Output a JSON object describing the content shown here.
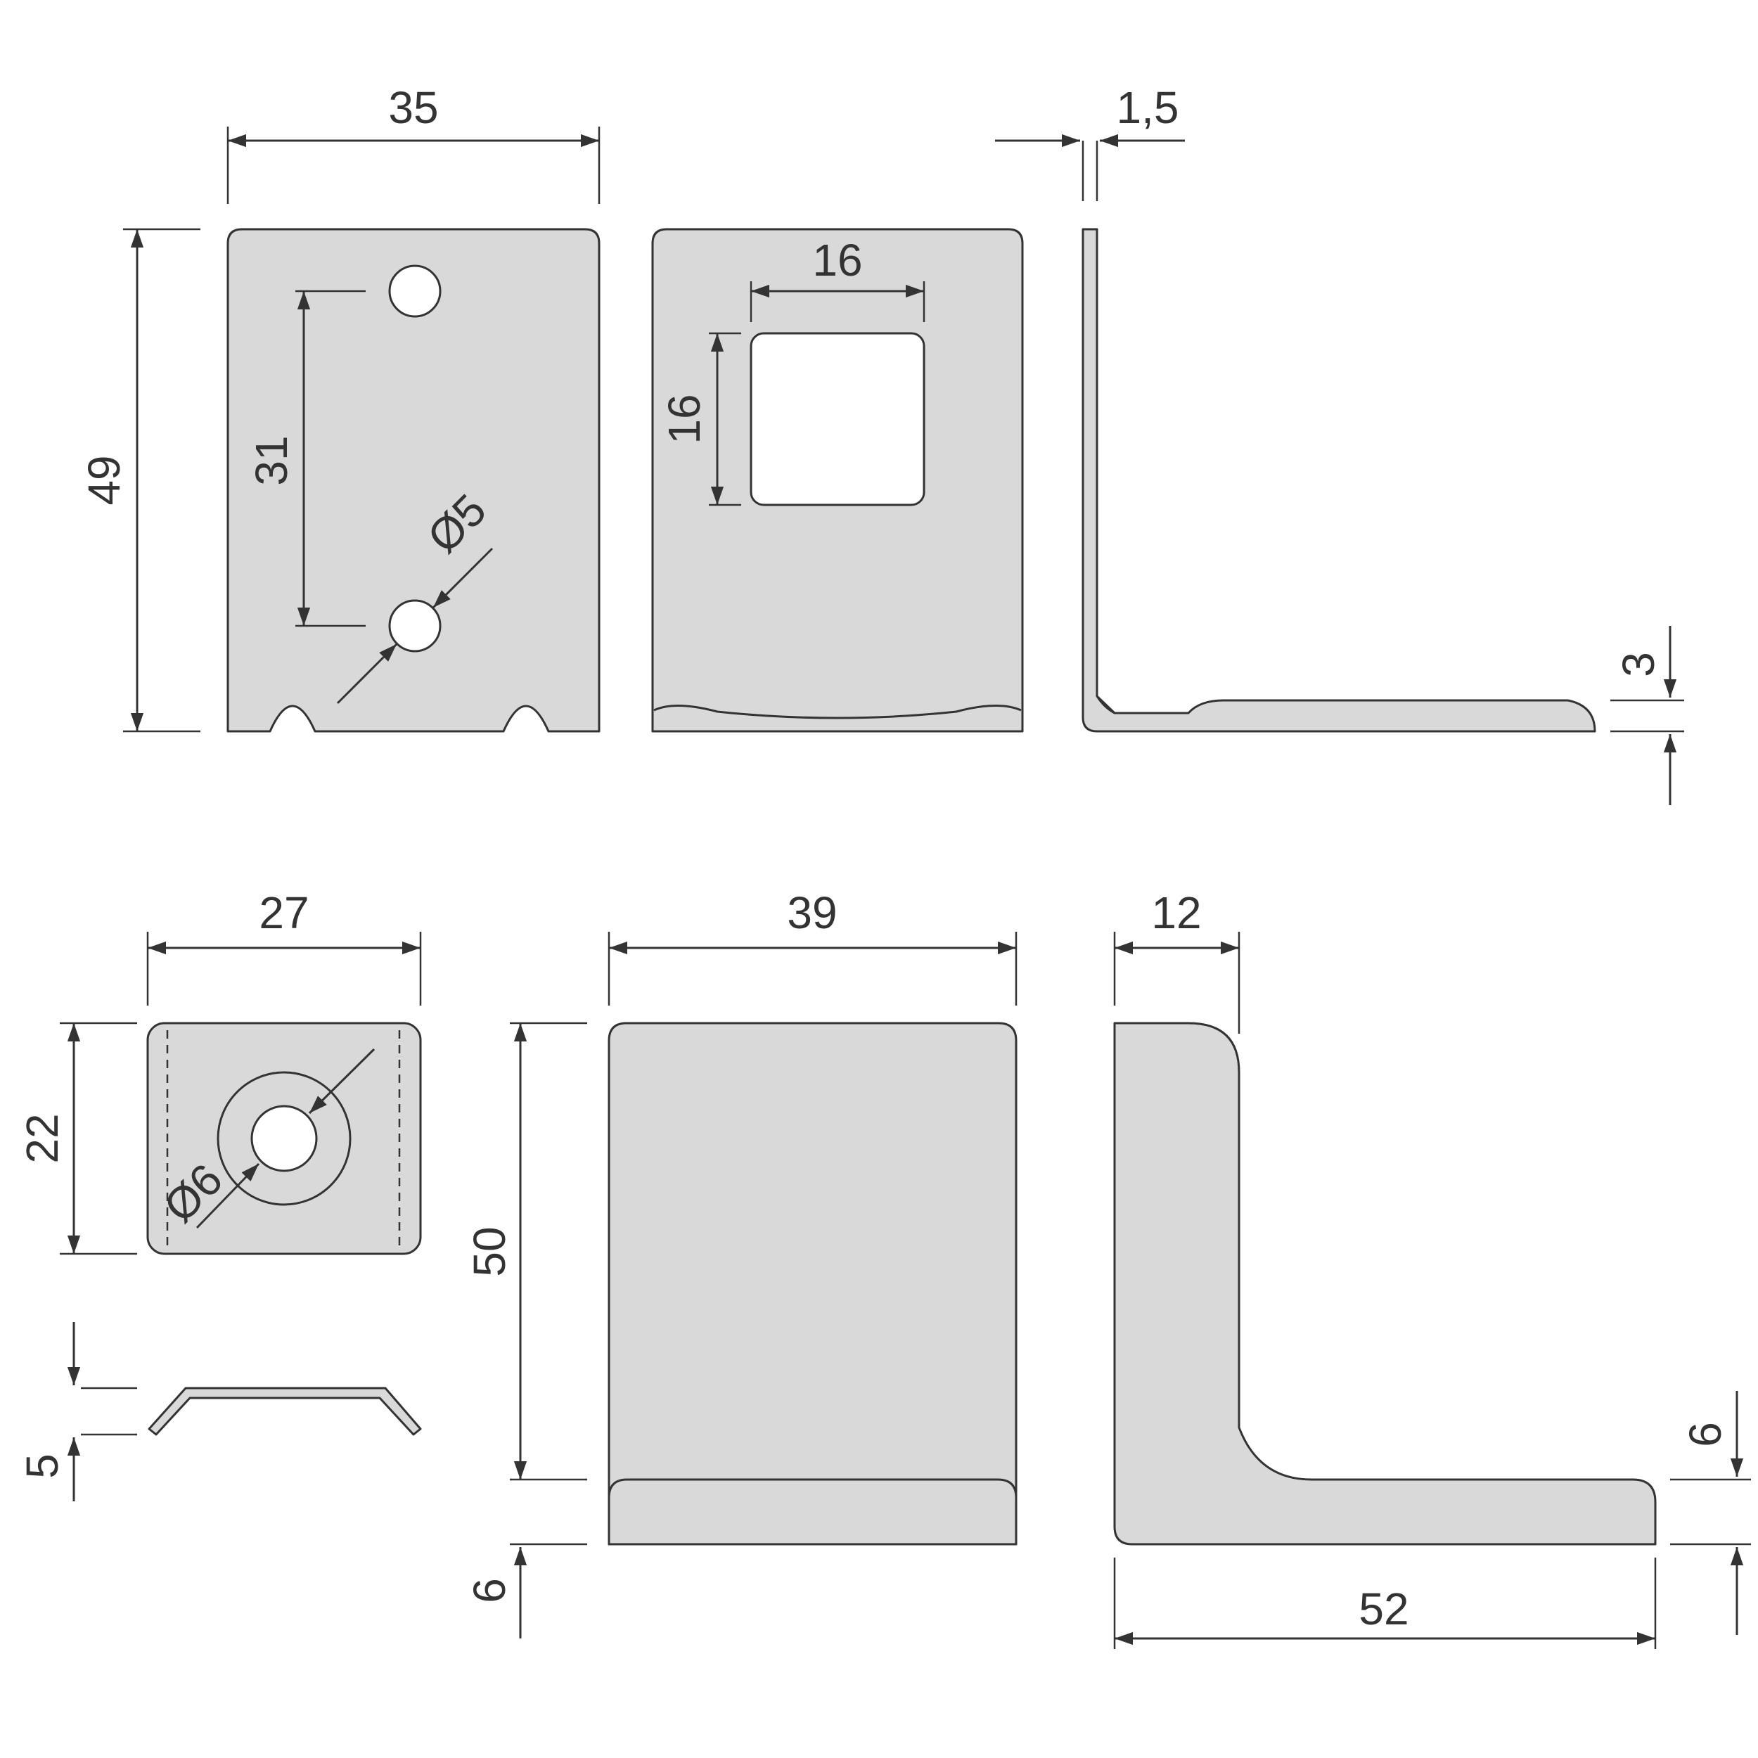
{
  "colors": {
    "part_fill": "#d9d9d9",
    "line": "#333333",
    "background": "#ffffff"
  },
  "upper_bracket": {
    "front_view": {
      "width": "35",
      "height": "49",
      "hole_spacing": "31",
      "hole_diameter": "Ø5"
    },
    "middle_view": {
      "window_width": "16",
      "window_height": "16"
    },
    "side_view": {
      "thickness": "1,5",
      "foot_height": "3"
    }
  },
  "lower_bracket": {
    "top_view": {
      "width": "27",
      "height": "22",
      "hole_diameter": "Ø6"
    },
    "profile_view": {
      "height": "5"
    },
    "front_view": {
      "width": "39",
      "height": "50",
      "lip_height": "6"
    },
    "side_view": {
      "top_width": "12",
      "base_length": "52",
      "base_height": "6"
    }
  }
}
